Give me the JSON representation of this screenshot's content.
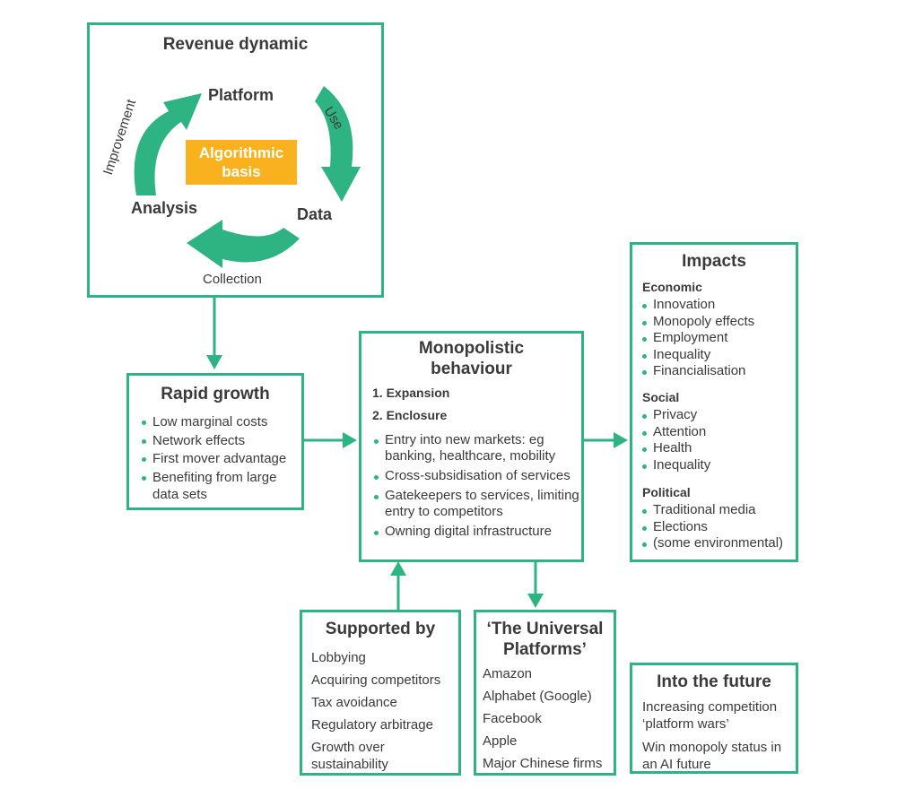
{
  "revenue": {
    "title": "Revenue dynamic",
    "platform": "Platform",
    "data": "Data",
    "analysis": "Analysis",
    "use": "Use",
    "improvement": "Improvement",
    "collection": "Collection",
    "center_line1": "Algorithmic",
    "center_line2": "basis"
  },
  "rapid_growth": {
    "title": "Rapid growth",
    "items": [
      "Low marginal costs",
      "Network effects",
      "First mover advantage",
      "Benefiting from large data sets"
    ]
  },
  "monopolistic": {
    "title": "Monopolistic behaviour",
    "step1": "1. Expansion",
    "step2": "2. Enclosure",
    "items": [
      "Entry into new markets: eg banking, healthcare, mobility",
      "Cross-subsidisation of services",
      "Gatekeepers to services, limiting entry to competitors",
      "Owning digital infrastructure"
    ]
  },
  "impacts": {
    "title": "Impacts",
    "economic_title": "Economic",
    "economic": [
      "Innovation",
      "Monopoly effects",
      "Employment",
      "Inequality",
      "Financialisation"
    ],
    "social_title": "Social",
    "social": [
      "Privacy",
      "Attention",
      "Health",
      "Inequality"
    ],
    "political_title": "Political",
    "political": [
      "Traditional media",
      "Elections",
      "(some environmental)"
    ]
  },
  "supported": {
    "title": "Supported by",
    "items": [
      "Lobbying",
      "Acquiring competitors",
      "Tax avoidance",
      "Regulatory arbitrage",
      "Growth over sustainability"
    ]
  },
  "universal": {
    "title": "‘The Universal Platforms’",
    "items": [
      "Amazon",
      "Alphabet (Google)",
      "Facebook",
      "Apple",
      "Major Chinese firms"
    ]
  },
  "future": {
    "title": "Into the future",
    "items": [
      "Increasing competition ‘platform wars’",
      "Win monopoly status in an AI future"
    ]
  },
  "colors": {
    "accent": "#2eb383",
    "highlight": "#f9b21d",
    "text": "#3a3a3a"
  }
}
